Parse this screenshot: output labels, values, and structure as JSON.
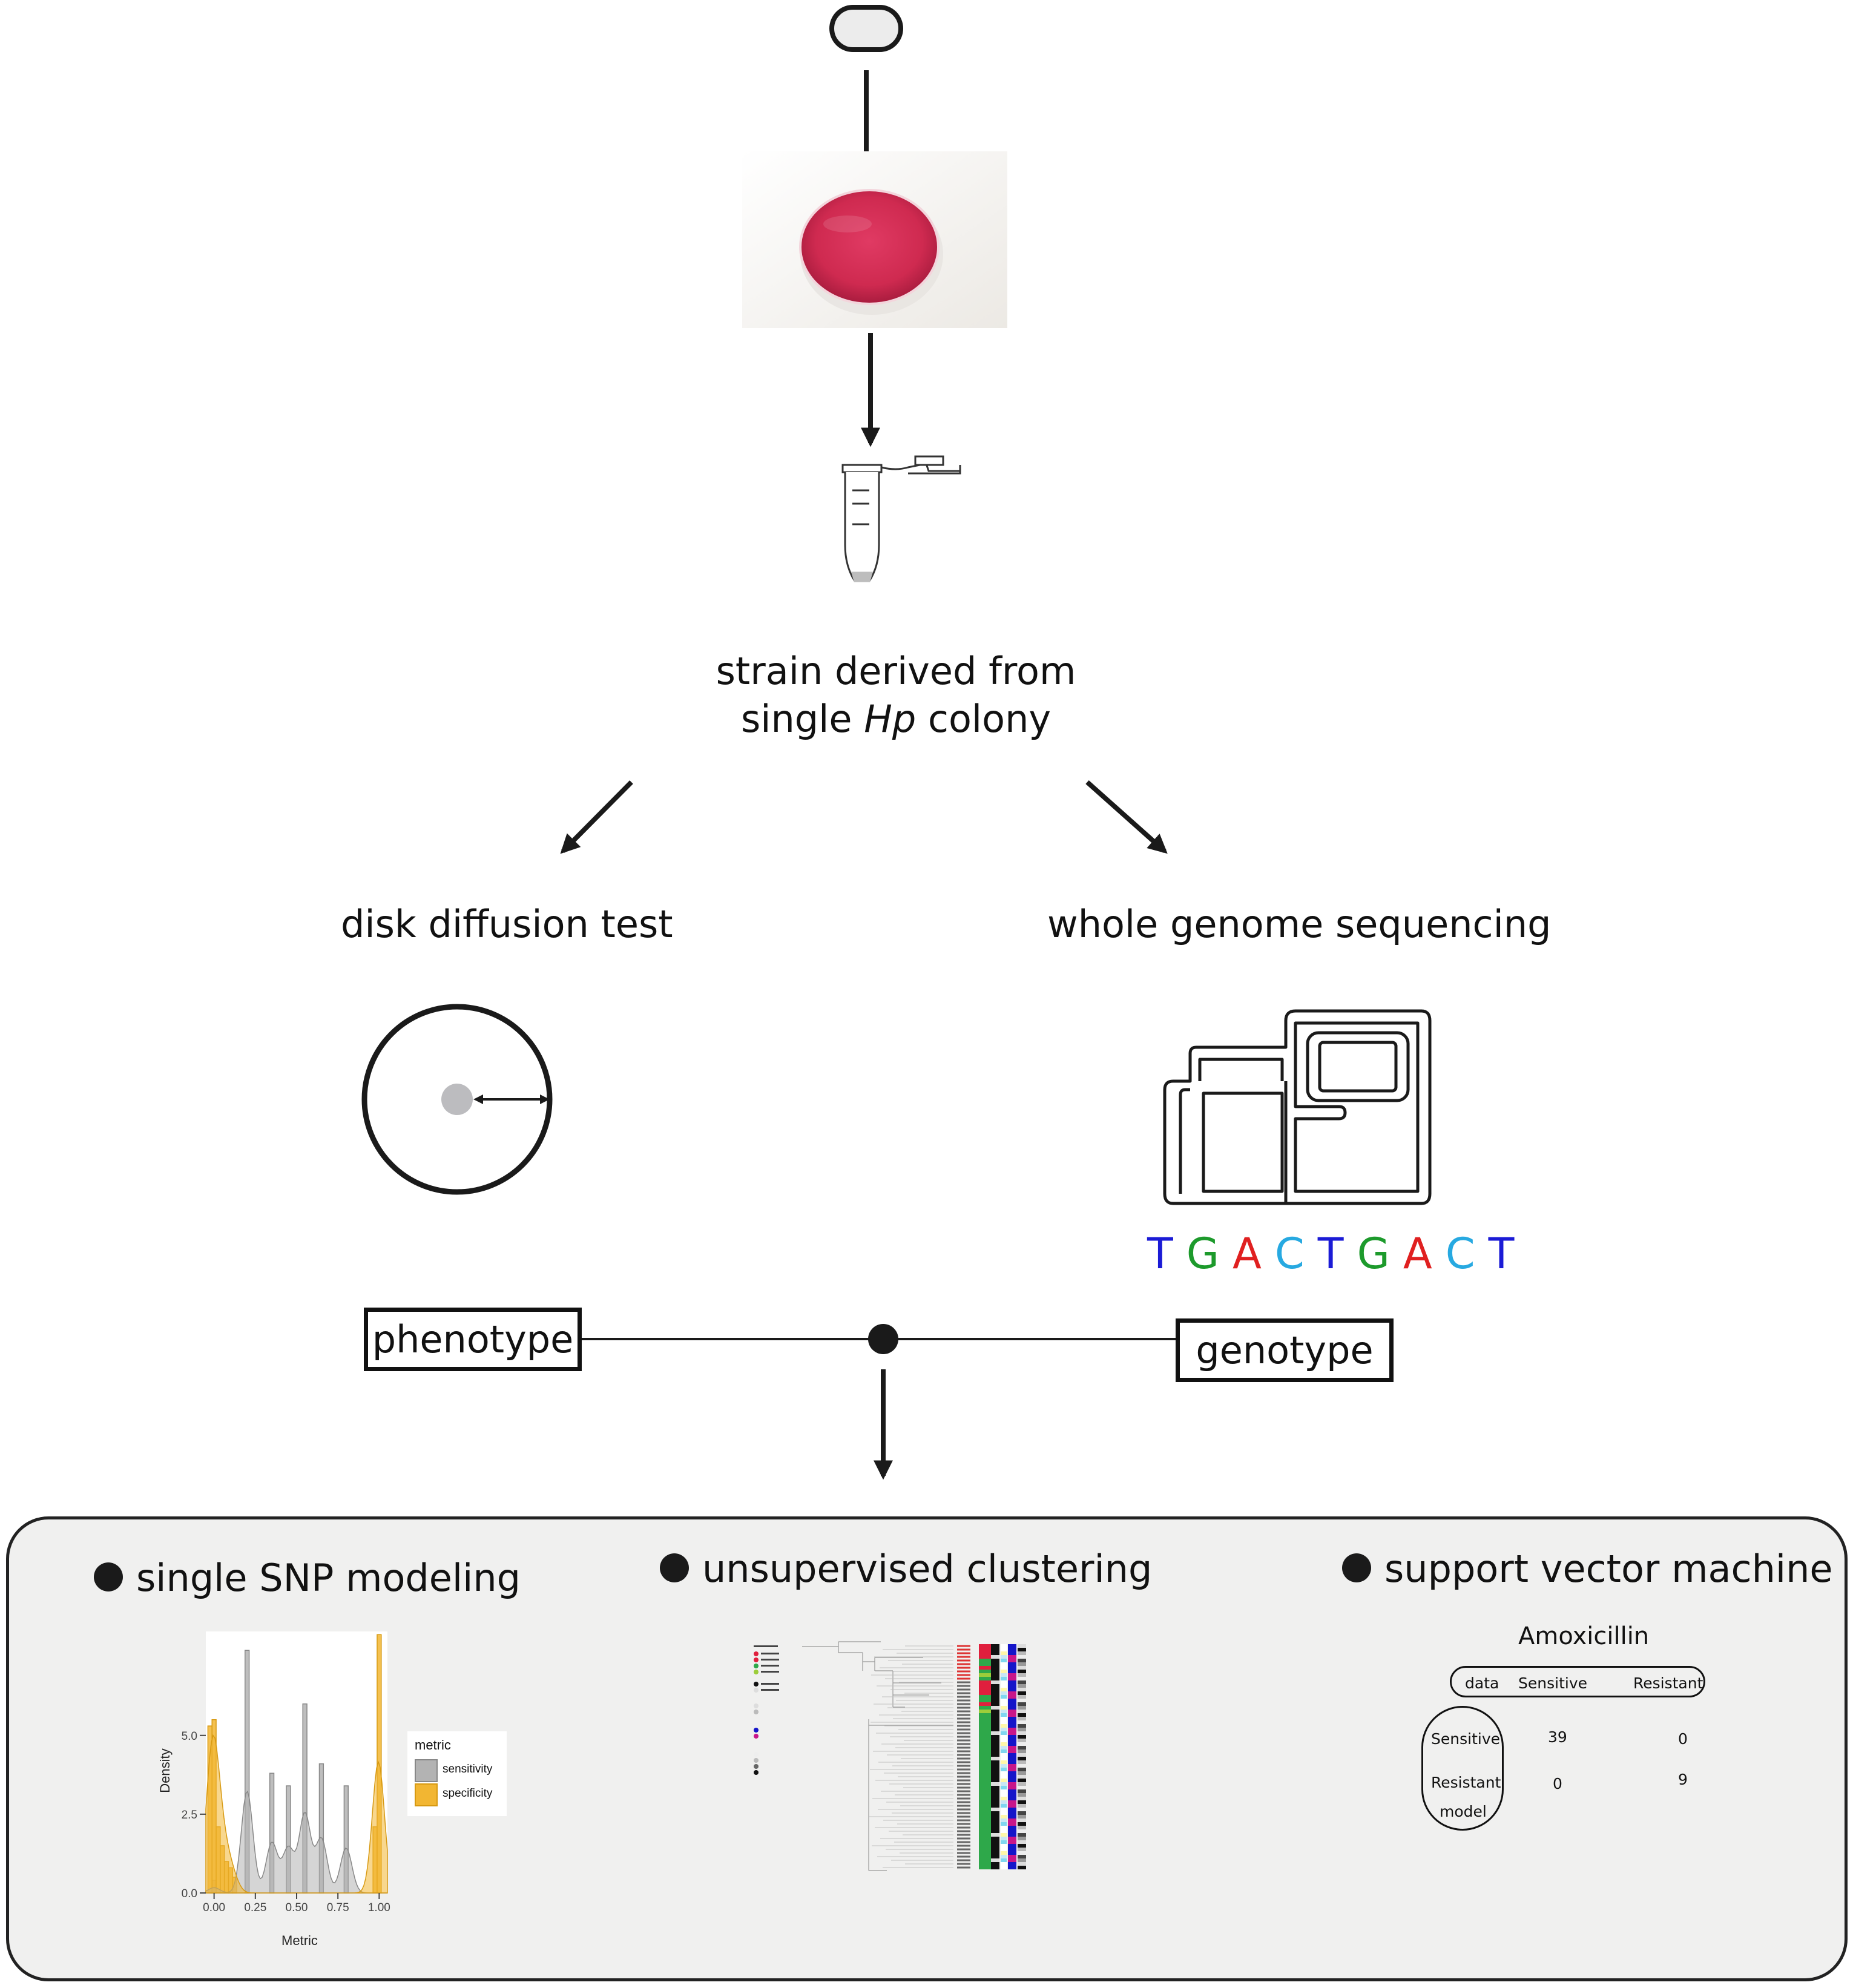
{
  "source": {
    "strain_line1": "strain derived from",
    "strain_line2_pre": "single ",
    "strain_line2_italic": "Hp",
    "strain_line2_post": " colony"
  },
  "branches": {
    "left_title": "disk diffusion test",
    "right_title": "whole genome sequencing"
  },
  "dna_sequence": [
    {
      "base": "T",
      "color": "#1b1bd6"
    },
    {
      "base": "G",
      "color": "#1d9a2c"
    },
    {
      "base": "A",
      "color": "#e02020"
    },
    {
      "base": "C",
      "color": "#27a9e1"
    },
    {
      "base": "T",
      "color": "#1b1bd6"
    },
    {
      "base": "G",
      "color": "#1d9a2c"
    },
    {
      "base": "A",
      "color": "#e02020"
    },
    {
      "base": "C",
      "color": "#27a9e1"
    },
    {
      "base": "T",
      "color": "#1b1bd6"
    }
  ],
  "merge": {
    "phenotype_label": "phenotype",
    "genotype_label": "genotype"
  },
  "methods": {
    "snp": "single SNP modeling",
    "clustering": "unsupervised clustering",
    "svm": "support vector machine"
  },
  "snp_chart": {
    "ylabel": "Density",
    "xlabel": "Metric",
    "x_ticks": [
      "0.00",
      "0.25",
      "0.50",
      "0.75",
      "1.00"
    ],
    "y_ticks": [
      "0.0",
      "2.5",
      "5.0"
    ],
    "legend_title": "metric",
    "legend_items": [
      "sensitivity",
      "specificity"
    ],
    "colors": {
      "sensitivity": "#b3b3b3",
      "specificity": "#f2b632"
    }
  },
  "chart_data": {
    "type": "bar",
    "xlabel": "Metric",
    "ylabel": "Density",
    "xlim": [
      -0.05,
      1.05
    ],
    "ylim": [
      0,
      8.3
    ],
    "bin_width": 0.025,
    "series": [
      {
        "name": "sensitivity",
        "x": [
          0.0,
          0.2,
          0.35,
          0.45,
          0.55,
          0.65,
          0.8
        ],
        "values": [
          0.4,
          7.7,
          3.8,
          3.4,
          6.0,
          4.1,
          3.4
        ]
      },
      {
        "name": "specificity",
        "x": [
          -0.025,
          0.0,
          0.025,
          0.05,
          0.075,
          0.1,
          0.125,
          0.975,
          1.0
        ],
        "values": [
          5.3,
          5.5,
          2.1,
          1.5,
          1.0,
          0.8,
          0.5,
          2.1,
          8.2
        ]
      }
    ]
  },
  "svm_table": {
    "title": "Amoxicillin",
    "col_header_label": "data",
    "col_headers": [
      "Sensitive",
      "Resistant"
    ],
    "row_labels": [
      "Sensitive",
      "Resistant"
    ],
    "row_group_label": "model",
    "cells": [
      [
        "39",
        "0"
      ],
      [
        "0",
        "9"
      ]
    ]
  },
  "colors": {
    "panel_bg": "#f0f0ef",
    "petri_red": "#d22a4f"
  }
}
